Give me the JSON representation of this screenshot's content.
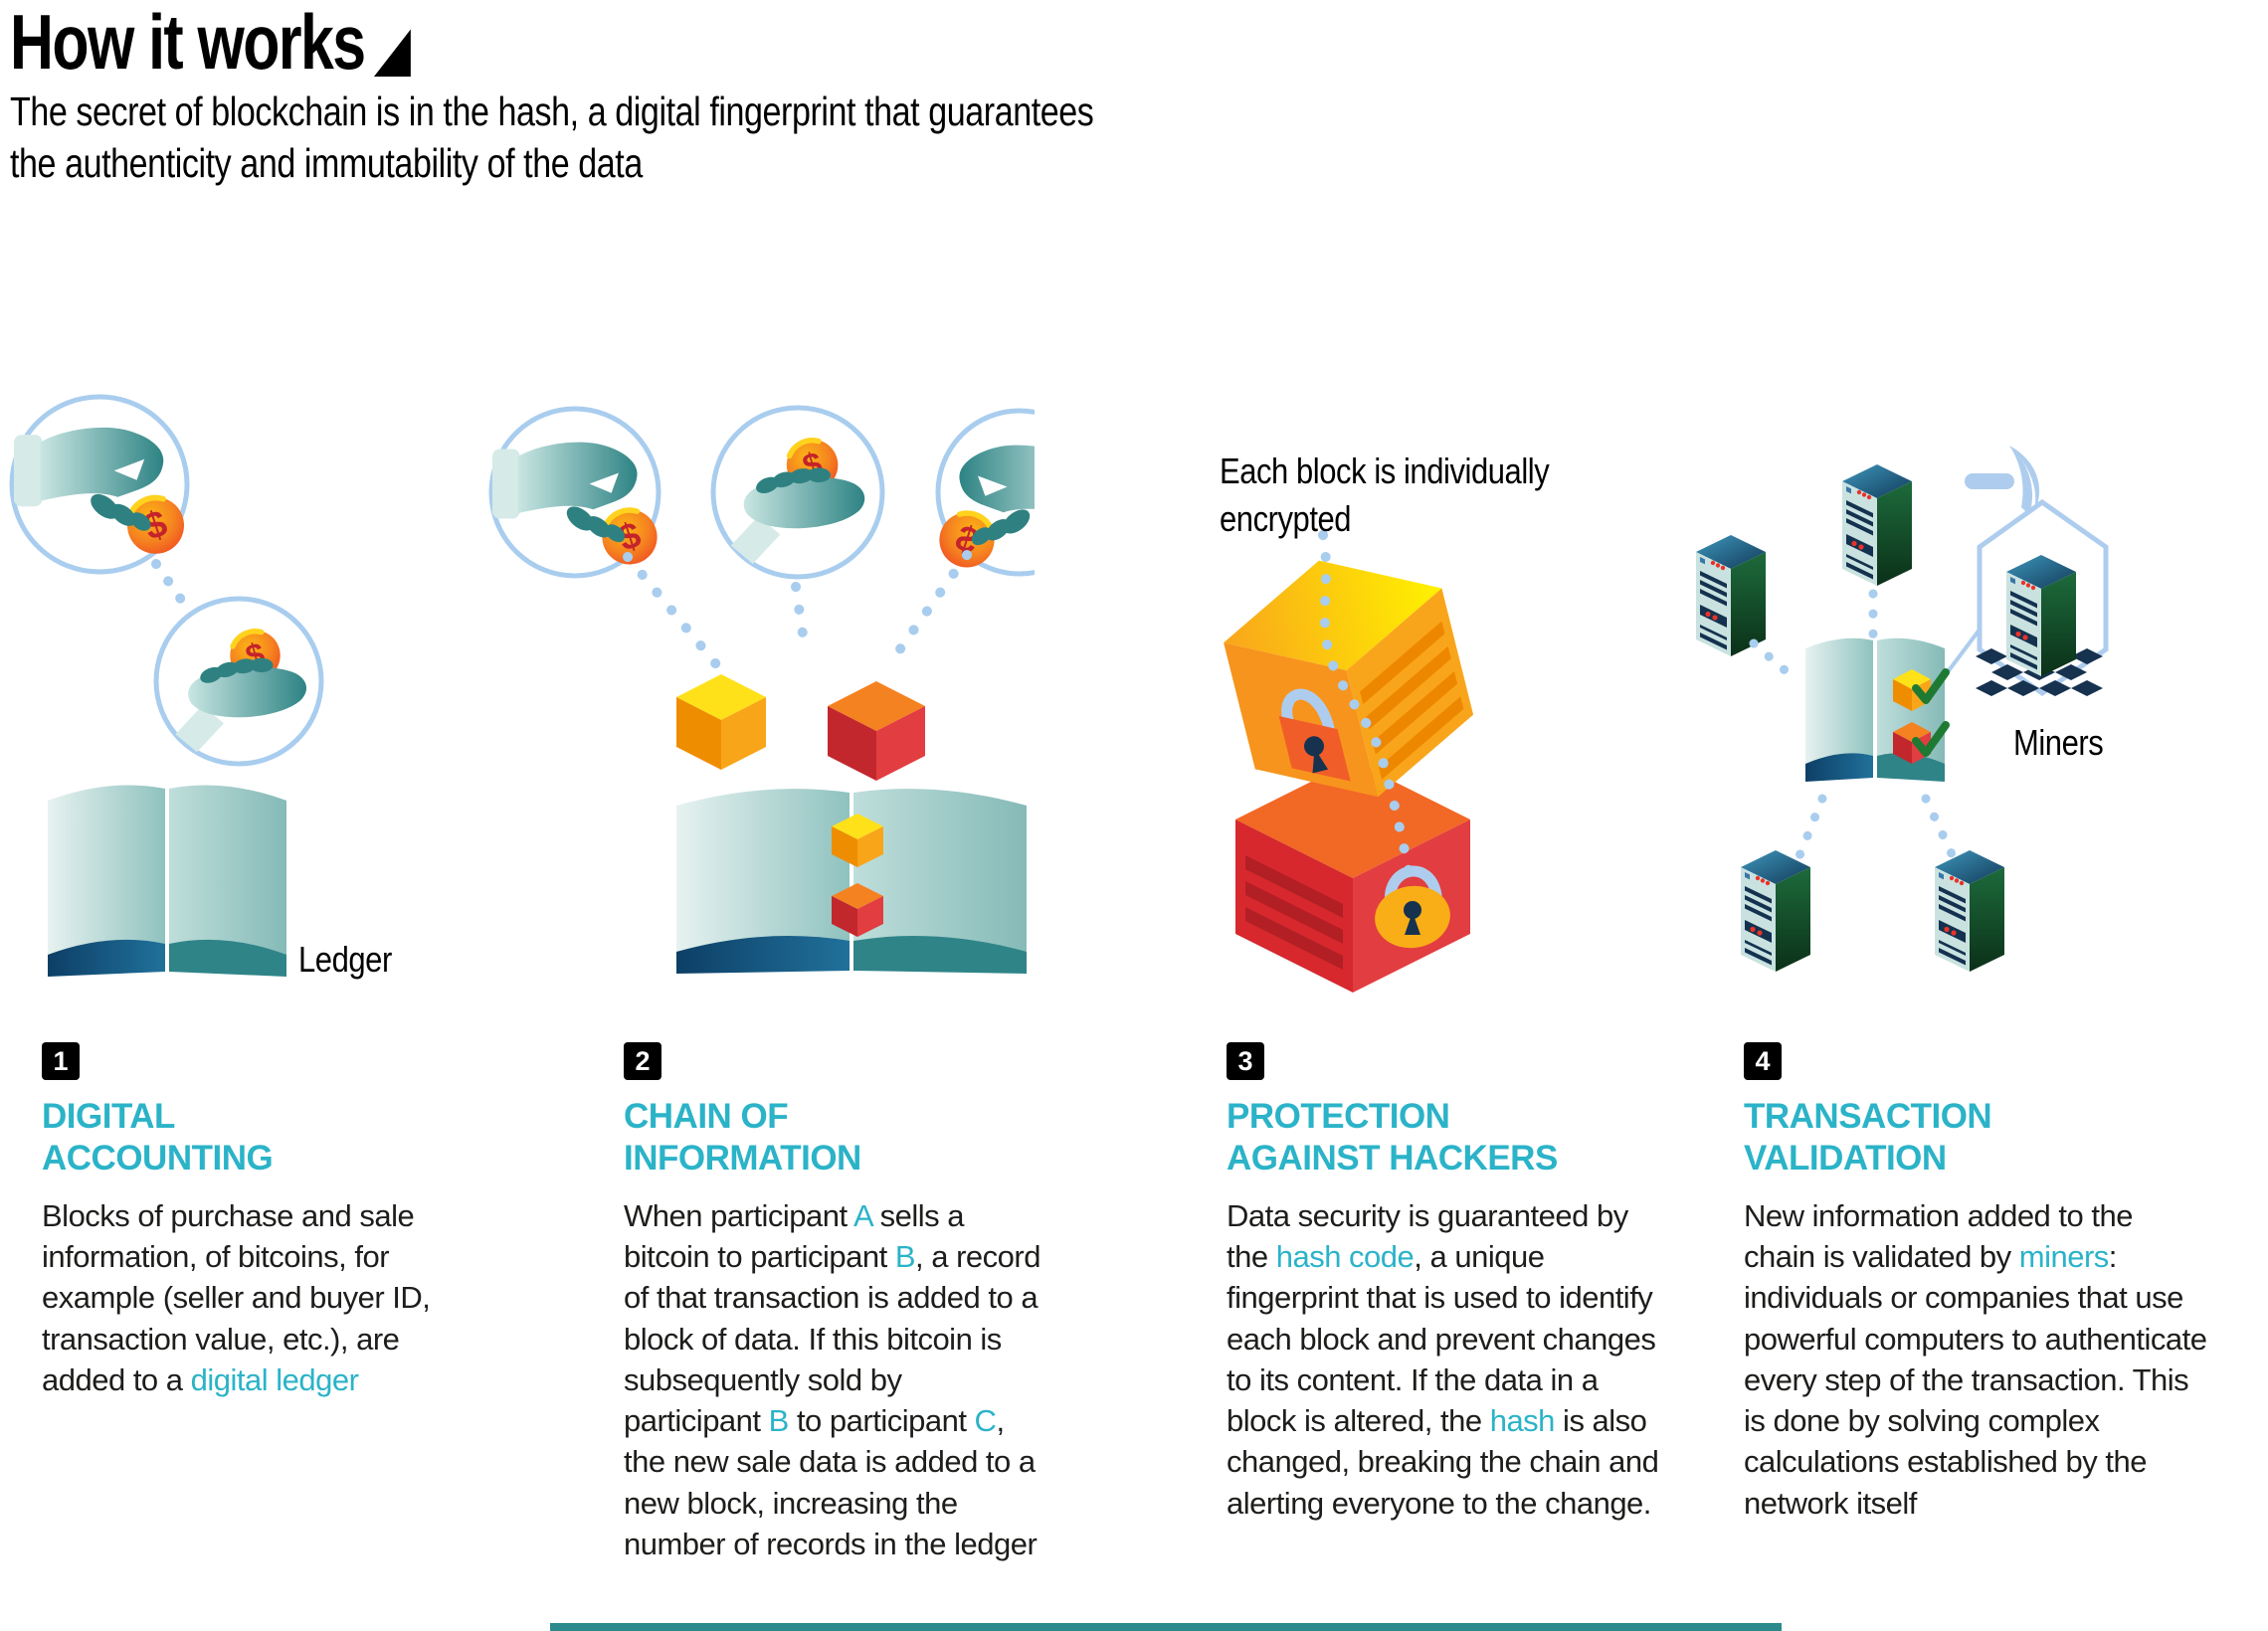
{
  "header": {
    "title": "How it works",
    "triangle": "◢",
    "subtitle_line1": "The secret of blockchain is in the hash, a digital fingerprint that guarantees",
    "subtitle_line2": "the authenticity and immutability of the data"
  },
  "labels": {
    "ledger": "Ledger",
    "miners": "Miners",
    "encrypted_line1": "Each block is individually",
    "encrypted_line2": "encrypted",
    "coin_symbol": "$"
  },
  "colors": {
    "accent_cyan": "#2bb3c8",
    "light_blue": "#a9cdee",
    "hand_teal_dark": "#2e8384",
    "hand_teal_light": "#c9e6e2",
    "coin_orange": "#f58220",
    "coin_red": "#ef4523",
    "cube_yellow": "#ffe11a",
    "cube_orange": "#ef8d00",
    "cube_red": "#d7282e",
    "book_edge_blue": "#0d3f66",
    "book_edge_teal": "#2f8488",
    "server_green": "#1d6b3c",
    "server_navy": "#14324f",
    "check_green": "#1e7a33",
    "footer_teal": "#2c8a8c"
  },
  "sections": [
    {
      "number": "1",
      "heading1": "DIGITAL",
      "heading2": "ACCOUNTING",
      "body": [
        {
          "t": "Blocks of purchase and sale information, of bitcoins, for example (seller and buyer ID, transaction value, etc.), are added to a "
        },
        {
          "t": "digital ledger",
          "hl": true
        }
      ]
    },
    {
      "number": "2",
      "heading1": "CHAIN OF",
      "heading2": "INFORMATION",
      "body": [
        {
          "t": "When participant "
        },
        {
          "t": "A",
          "hl": true
        },
        {
          "t": " sells a bitcoin to participant "
        },
        {
          "t": "B",
          "hl": true
        },
        {
          "t": ", a record of that transaction is added to a block of data. If this bitcoin is subsequently sold by participant "
        },
        {
          "t": "B",
          "hl": true
        },
        {
          "t": " to participant "
        },
        {
          "t": "C",
          "hl": true
        },
        {
          "t": ", the new sale data is added to a new block, increasing the number of records in the ledger"
        }
      ]
    },
    {
      "number": "3",
      "heading1": "PROTECTION",
      "heading2": "AGAINST HACKERS",
      "body": [
        {
          "t": "Data security is guaranteed by the "
        },
        {
          "t": "hash code",
          "hl": true
        },
        {
          "t": ", a unique fingerprint that is used to identify each block and prevent changes to its content. If the data in a block is altered, the "
        },
        {
          "t": "hash",
          "hl": true
        },
        {
          "t": " is also changed, breaking the chain and alerting everyone to the change."
        }
      ]
    },
    {
      "number": "4",
      "heading1": "TRANSACTION",
      "heading2": "VALIDATION",
      "body": [
        {
          "t": "New information added to the chain is validated by "
        },
        {
          "t": "miners",
          "hl": true
        },
        {
          "t": ": individuals or companies that use powerful computers to authenticate every step of the transaction. This is done by solving complex calculations established by the network itself"
        }
      ]
    }
  ]
}
